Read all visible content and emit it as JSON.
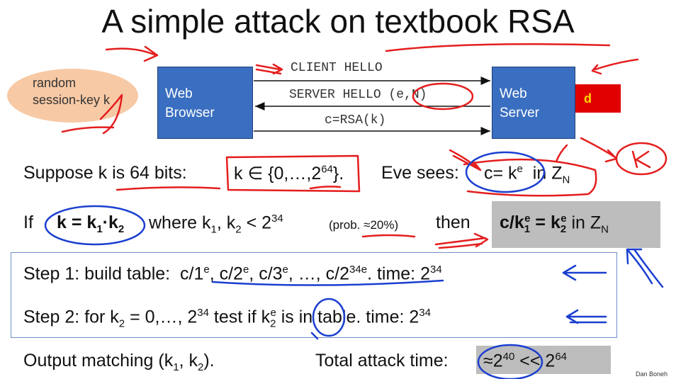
{
  "title": "A simple attack on textbook RSA",
  "bubble": {
    "line1": "random",
    "line2": "session-key k"
  },
  "browser": {
    "line1": "Web",
    "line2": "Browser"
  },
  "server": {
    "line1": "Web",
    "line2": "Server"
  },
  "secret": "d",
  "messages": {
    "client_hello": "CLIENT HELLO",
    "server_hello": "SERVER HELLO (e,N)",
    "cipher": "c=RSA(k)"
  },
  "line1": {
    "suppose": "Suppose  k  is 64 bits:",
    "k_in": "k ∈ {0,…,2",
    "exp64": "64",
    "close": "}.",
    "eve": "Eve sees:",
    "c_eq": "c= k",
    "e": "e",
    "in": "in  Z",
    "N": "N"
  },
  "line2": {
    "if": "If",
    "k_eq": "k = k",
    "one": "1",
    "dot": "·k",
    "two": "2",
    "where": "where   k",
    "k2": ", k",
    "lt": " < 2",
    "exp34": "34",
    "prob": "(prob. ≈20%)",
    "then": "then",
    "gray_c": "c/k",
    "gray_eq": " = k",
    "gray_in": "  in  Z"
  },
  "step1": {
    "label": "Step 1:   build table:",
    "c1": "c/1",
    "c2": ", c/2",
    "c3": ", c/3",
    "dots": ", …, c/2",
    "exp34e": "34e",
    "period": ".   time:  2"
  },
  "step2": {
    "label": "Step 2:   for  k",
    "range": " = 0,…, 2",
    "test": "  test if",
    "k2": "k",
    "rest": " is in table.   time: 2"
  },
  "output": {
    "text": "Output matching   (k",
    "mid": ", k",
    "end": ").",
    "total": "Total attack time:",
    "approx": "≈2",
    "exp40": "40",
    "ll": " << 2"
  },
  "credit": "Dan Boneh",
  "colors": {
    "box_blue": "#3a6ec0",
    "secret_red": "#e00000",
    "ink_red": "#e41e1e",
    "ink_blue": "#1a3fd0",
    "gray": "#bdbdbd"
  }
}
